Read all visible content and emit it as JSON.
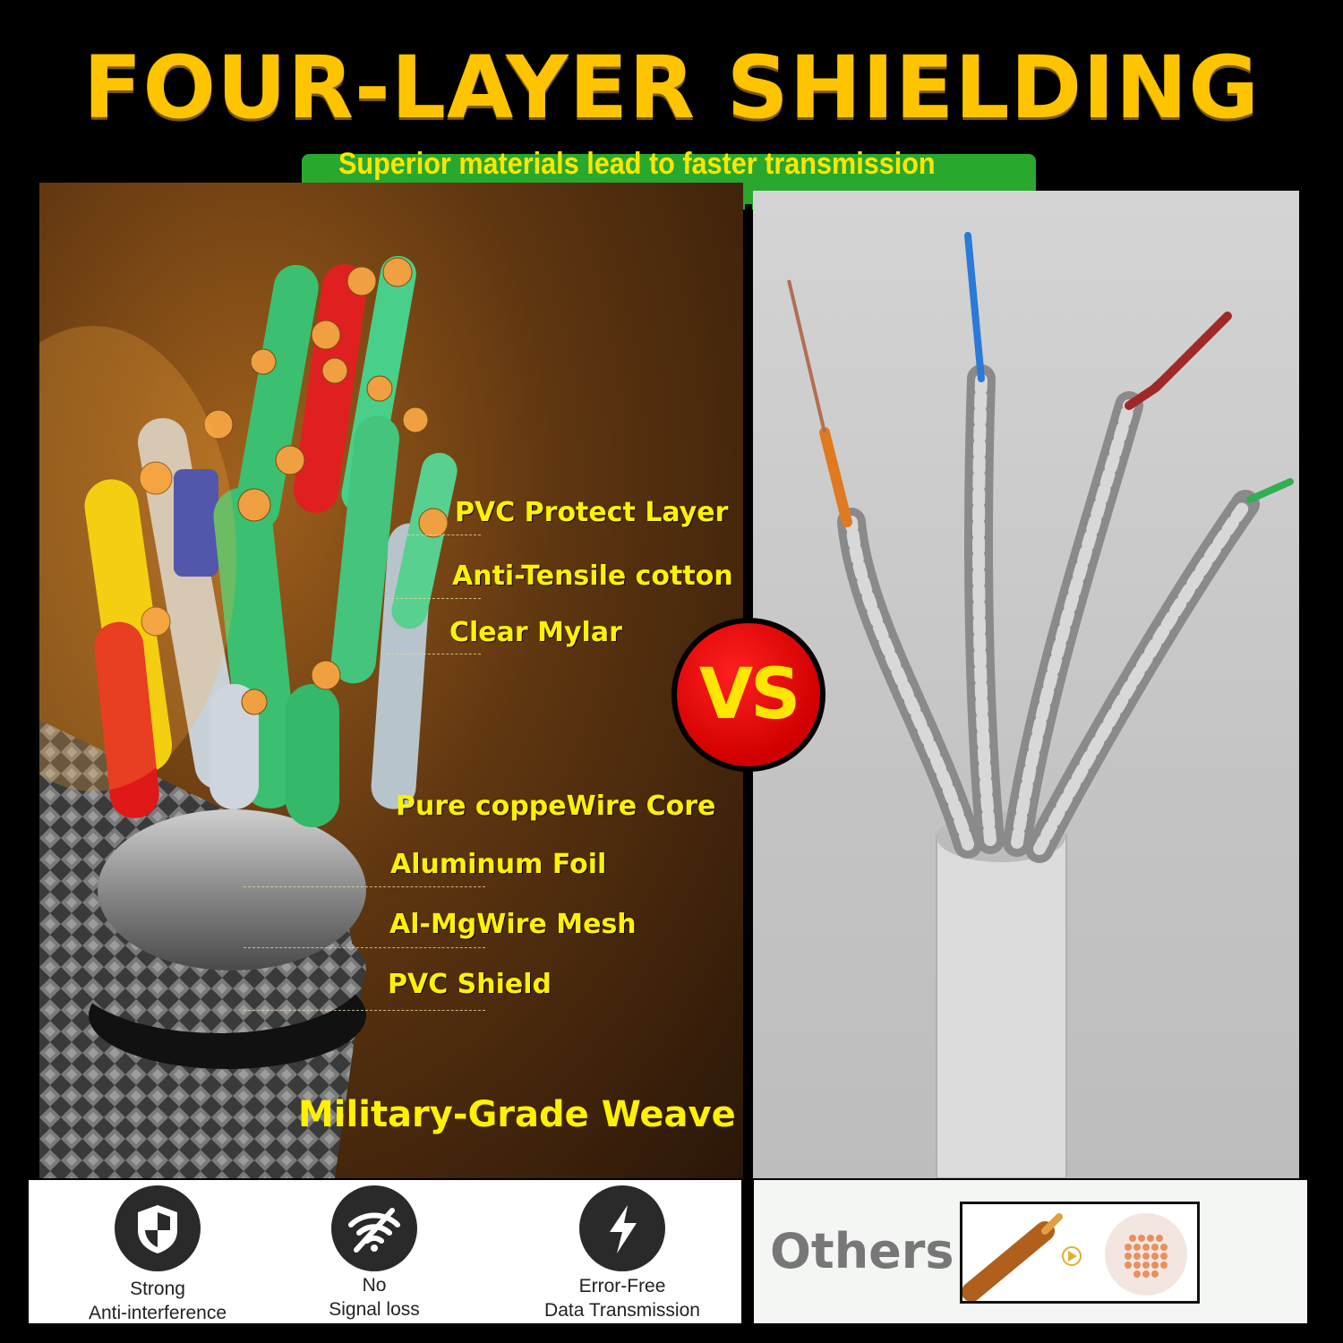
{
  "header": {
    "title": "FOUR-LAYER SHIELDING",
    "subtitle": "Superior materials lead to faster transmission speeds"
  },
  "layers": [
    "PVC Protect Layer",
    "Anti-Tensile cotton",
    "Clear Mylar",
    "Pure coppeWire Core",
    "Aluminum Foil",
    "Al-MgWire Mesh",
    "PVC Shield"
  ],
  "weave_label": "Military-Grade Weave",
  "vs_label": "VS",
  "features": [
    {
      "line1": "Strong",
      "line2": "Anti-interference",
      "icon": "shield-icon"
    },
    {
      "line1": "No",
      "line2": "Signal loss",
      "icon": "no-wifi-icon"
    },
    {
      "line1": "Error-Free",
      "line2": "Data Transmission",
      "icon": "lightning-icon"
    }
  ],
  "others": {
    "label": "Others",
    "icon": "copper-wire-icon"
  },
  "colors": {
    "title": "#ffc400",
    "subtitle_bg": "#29a82e",
    "label_yellow": "#fff200",
    "vs_red": "#d00000"
  }
}
